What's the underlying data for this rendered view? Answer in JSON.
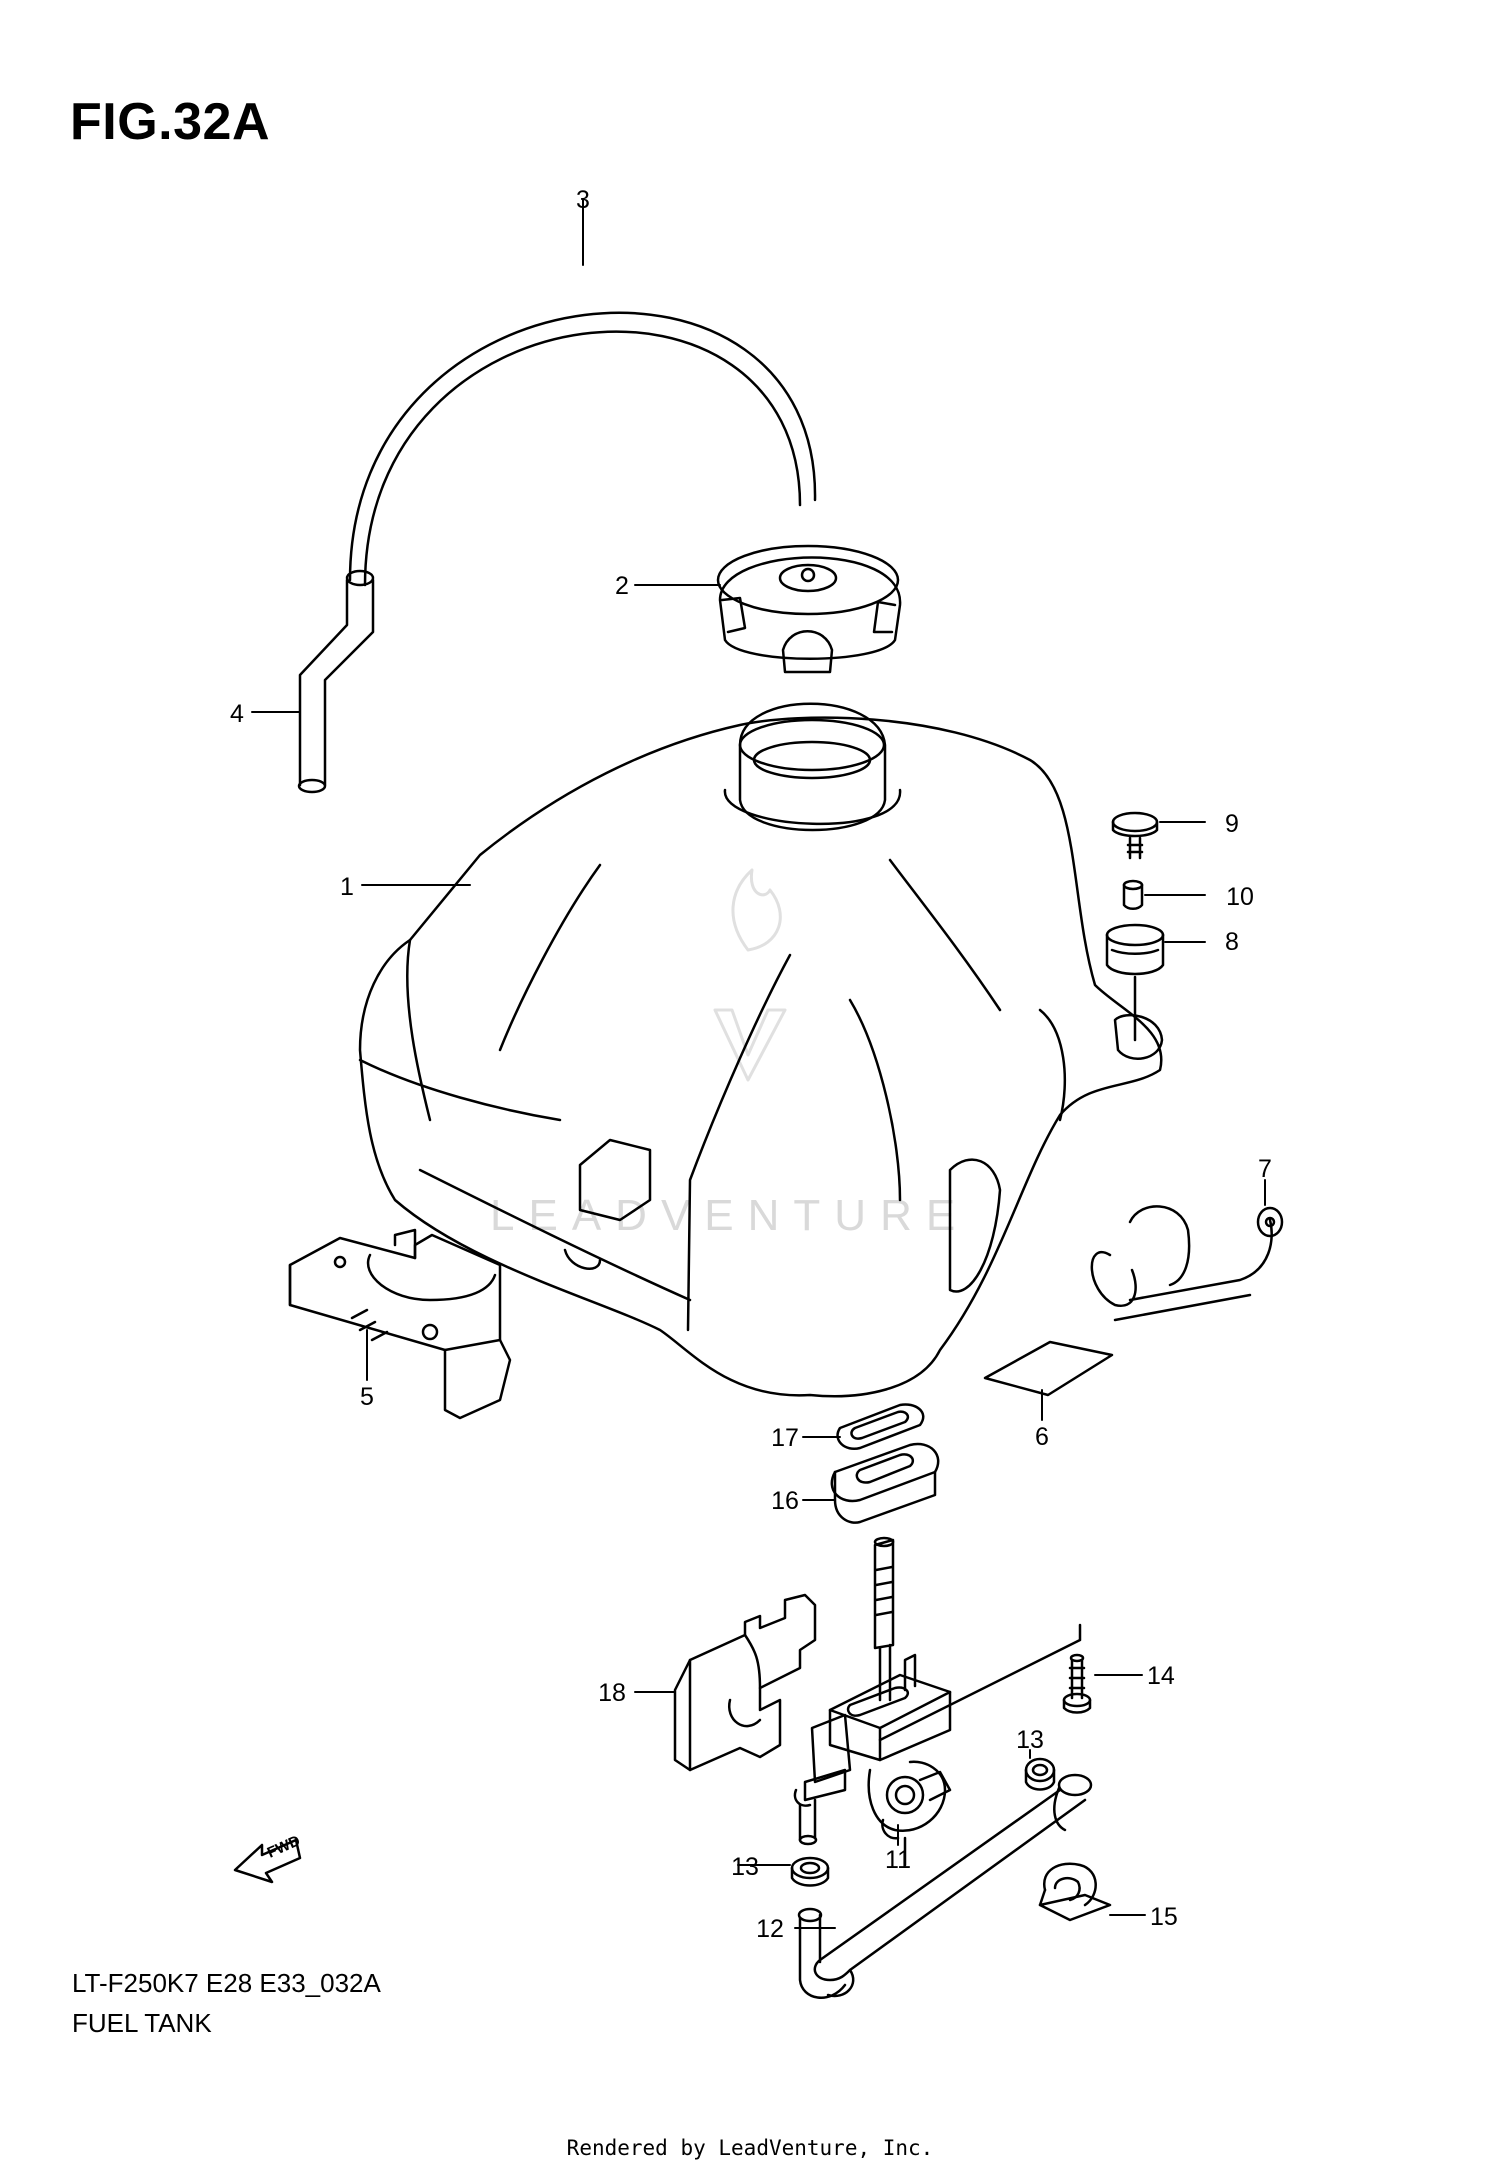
{
  "figure": {
    "title": "FIG.32A",
    "code": "LT-F250K7 E28 E33_032A",
    "name": "FUEL TANK"
  },
  "callouts": [
    "1",
    "2",
    "3",
    "4",
    "5",
    "6",
    "7",
    "8",
    "9",
    "10",
    "11",
    "12",
    "13",
    "13",
    "14",
    "15",
    "16",
    "17",
    "18"
  ],
  "fwd_label": "FWD",
  "watermark": "LEADVENTURE",
  "rendered_by": "Rendered by LeadVenture, Inc."
}
